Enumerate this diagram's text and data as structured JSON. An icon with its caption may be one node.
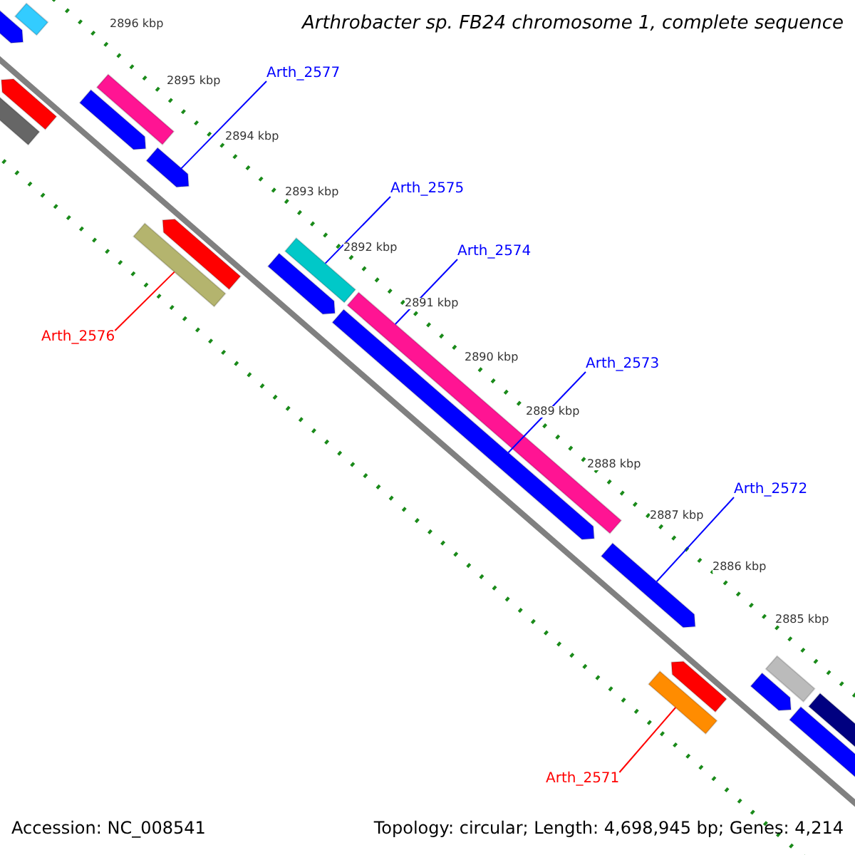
{
  "diagram": {
    "title": "Arthrobacter sp. FB24 chromosome 1, complete sequence",
    "nodes": [
      {
        "text": [
          "Arth_2577"
        ]
      },
      {
        "text": [
          "Arth_2575"
        ]
      },
      {
        "text": [
          "Arth_2574"
        ]
      },
      {
        "text": [
          "Arth_2573"
        ]
      },
      {
        "text": [
          "Arth_2572"
        ]
      },
      {
        "text": [
          "Arth_2576"
        ]
      },
      {
        "text": [
          "Arth_2571"
        ]
      },
      {
        "text": [],
        "shape": "arrow"
      },
      {
        "text": [],
        "shape": "bar"
      },
      {
        "text": [],
        "shape": "arrow"
      },
      {
        "text": [],
        "shape": "bar"
      },
      {
        "text": [],
        "shape": "arrow"
      },
      {
        "text": [],
        "shape": "bar"
      },
      {
        "text": [],
        "shape": "arrow"
      },
      {
        "text": [],
        "shape": "bar"
      },
      {
        "text": [],
        "shape": "arrow"
      },
      {
        "text": [],
        "shape": "arrow"
      },
      {
        "text": [],
        "shape": "bar"
      },
      {
        "text": [],
        "shape": "bar"
      },
      {
        "text": [],
        "shape": "arrow"
      },
      {
        "text": [],
        "shape": "arrow"
      },
      {
        "text": [],
        "shape": "bar"
      },
      {
        "text": [],
        "shape": "arrow"
      },
      {
        "text": [],
        "shape": "arrow"
      },
      {
        "text": [],
        "shape": "bar"
      },
      {
        "text": [],
        "shape": "arrow"
      },
      {
        "text": [],
        "shape": "bar"
      }
    ],
    "edges": [
      {
        "from": 0,
        "to": 13,
        "arrow": "none"
      },
      {
        "from": 1,
        "to": 17,
        "arrow": "none"
      },
      {
        "from": 2,
        "to": 18,
        "arrow": "none"
      },
      {
        "from": 3,
        "to": 19,
        "arrow": "none"
      },
      {
        "from": 4,
        "to": 20,
        "arrow": "none"
      },
      {
        "from": 5,
        "to": 14,
        "arrow": "none",
        "color": "#ff0000"
      },
      {
        "from": 6,
        "to": 21,
        "arrow": "none",
        "color": "#ff0000"
      }
    ],
    "labels": [
      "2896 kbp",
      "2895 kbp",
      "2894 kbp",
      "2893 kbp",
      "2892 kbp",
      "2891 kbp",
      "2890 kbp",
      "2889 kbp",
      "2888 kbp",
      "2887 kbp",
      "2886 kbp",
      "2885 kbp",
      "Accession: NC_008541",
      "Topology: circular; Length: 4,698,945 bp; Genes: 4,214"
    ]
  }
}
